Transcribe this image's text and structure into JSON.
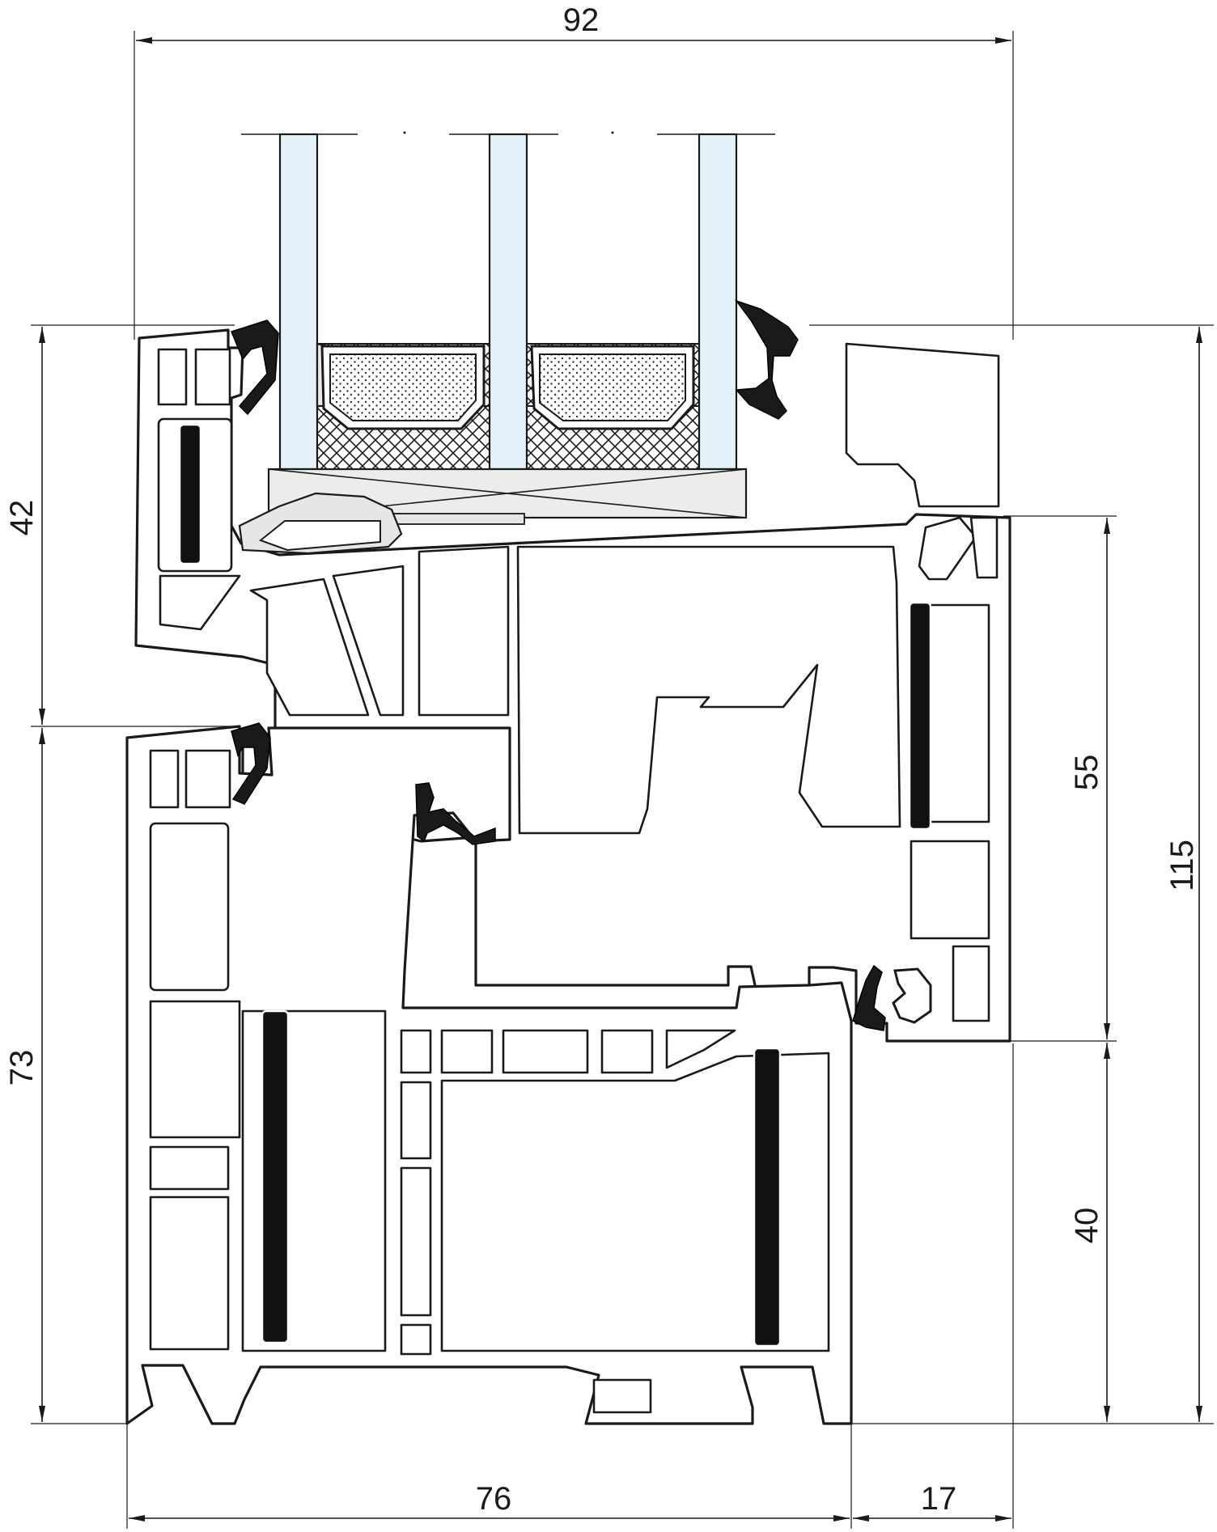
{
  "drawing": {
    "dimensions": {
      "overall_width": "92",
      "frame_width": "76",
      "overlap": "17",
      "overall_height": "115",
      "sash_height": "55",
      "frame_height_lower": "40",
      "frame_height_left": "73",
      "sash_height_left": "42"
    },
    "colors": {
      "line": "#1a1a1a",
      "glass": "#e3f1f8",
      "spacer": "#e9e9e9",
      "gasket": "#1a1a1a"
    }
  }
}
